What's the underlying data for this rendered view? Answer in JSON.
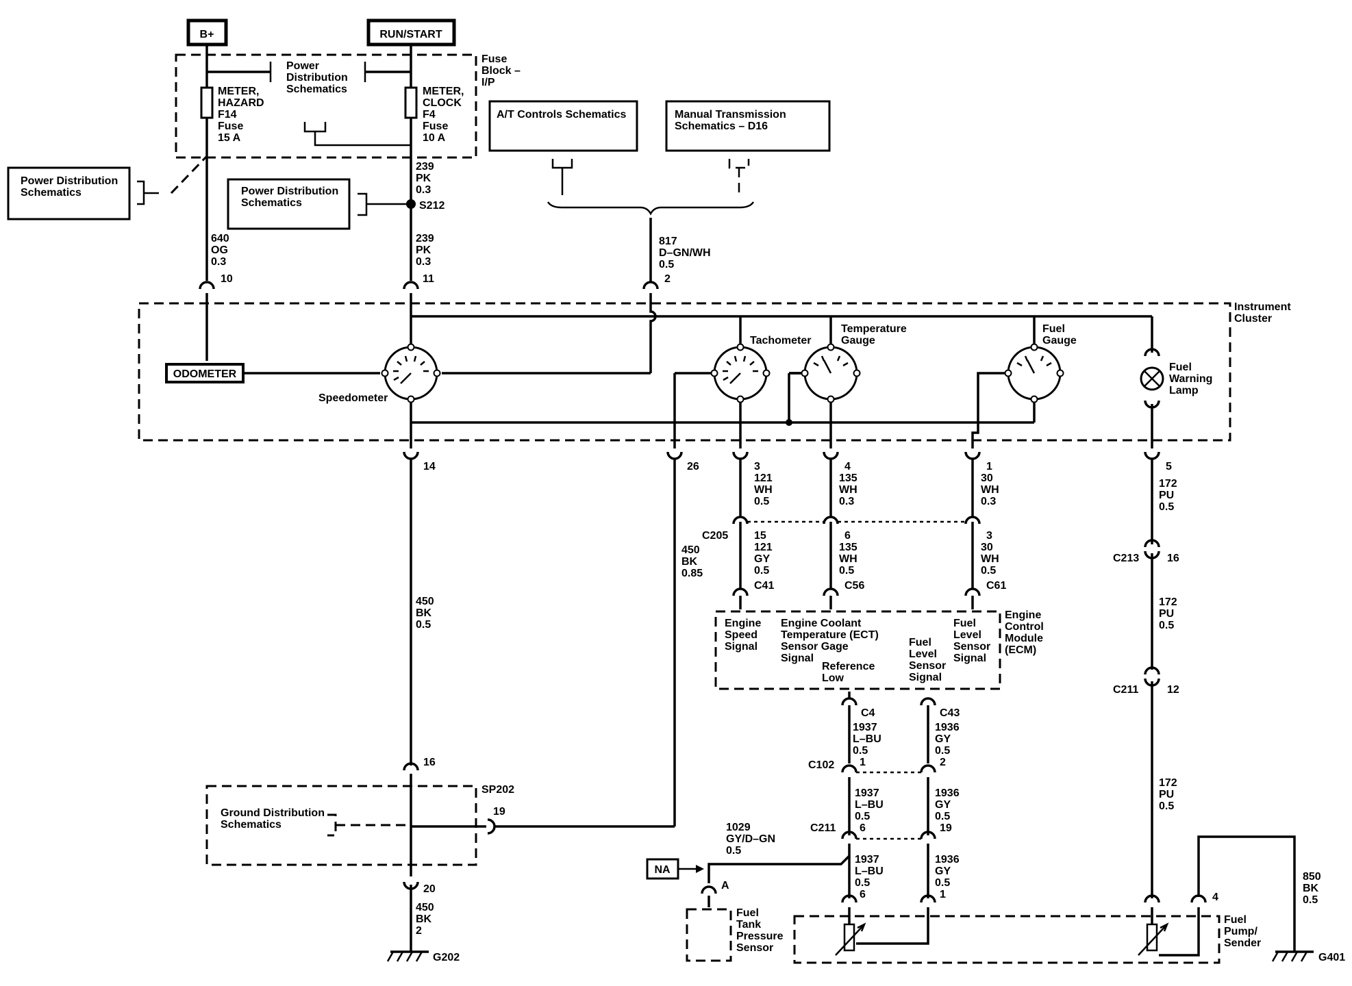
{
  "sources": {
    "bplus": "B+",
    "runstart": "RUN/START"
  },
  "fuse_block": {
    "label": [
      "Fuse",
      "Block –",
      "I/P"
    ],
    "pd": [
      "Power",
      "Distribution",
      "Schematics"
    ],
    "f14": [
      "METER,",
      "HAZARD",
      "F14",
      "Fuse",
      "15 A"
    ],
    "f4": [
      "METER,",
      "CLOCK",
      "F4",
      "Fuse",
      "10 A"
    ]
  },
  "pd_left": [
    "Power Distribution",
    "Schematics"
  ],
  "pd_mid": [
    "Power Distribution",
    "Schematics"
  ],
  "at_box": "A/T Controls Schematics",
  "mt_box": [
    "Manual Transmission",
    "Schematics – D16"
  ],
  "s212": "S212",
  "wire239a": [
    "239",
    "PK",
    "0.3"
  ],
  "wire239b": [
    "239",
    "PK",
    "0.3"
  ],
  "wire640": [
    "640",
    "OG",
    "0.3"
  ],
  "wire817": [
    "817",
    "D–GN/WH",
    "0.5"
  ],
  "pins_top": {
    "p10": "10",
    "p11": "11",
    "p2": "2"
  },
  "cluster": {
    "label": [
      "Instrument",
      "Cluster"
    ],
    "odometer": "ODOMETER",
    "speedometer": "Speedometer",
    "tachometer": "Tachometer",
    "temp": [
      "Temperature",
      "Gauge"
    ],
    "fuel": [
      "Fuel",
      "Gauge"
    ],
    "lamp": [
      "Fuel",
      "Warning",
      "Lamp"
    ]
  },
  "pins_bottom": {
    "p14": "14",
    "p26": "26",
    "p3": "3",
    "p4": "4",
    "p1": "1",
    "p5": "5"
  },
  "w121wh": [
    "121",
    "WH",
    "0.5"
  ],
  "w135wh": [
    "135",
    "WH",
    "0.3"
  ],
  "w30wh": [
    "30",
    "WH",
    "0.3"
  ],
  "w172a": [
    "172",
    "PU",
    "0.5"
  ],
  "c205": "C205",
  "c205pins": {
    "a": "15",
    "b": "6",
    "c": "3"
  },
  "w121gy": [
    "121",
    "GY",
    "0.5"
  ],
  "w135wh2": [
    "135",
    "WH",
    "0.5"
  ],
  "w30wh2": [
    "30",
    "WH",
    "0.5"
  ],
  "w450bk85": [
    "450",
    "BK",
    "0.85"
  ],
  "w450bk5": [
    "450",
    "BK",
    "0.5"
  ],
  "c213": "C213",
  "c213pin": "16",
  "w172b": [
    "172",
    "PU",
    "0.5"
  ],
  "c211r": "C211",
  "c211rpin": "12",
  "w172c": [
    "172",
    "PU",
    "0.5"
  ],
  "ecm": {
    "conn": {
      "c41": "C41",
      "c56": "C56",
      "c61": "C61"
    },
    "label": [
      "Engine",
      "Control",
      "Module",
      "(ECM)"
    ],
    "ess": [
      "Engine",
      "Speed",
      "Signal"
    ],
    "ect": [
      "Engine Coolant",
      "Temperature (ECT)",
      "Sensor Gage",
      "Signal"
    ],
    "ref": [
      "Reference",
      "Low"
    ],
    "fls1": [
      "Fuel",
      "Level",
      "Sensor",
      "Signal"
    ],
    "fls2": [
      "Fuel",
      "Level",
      "Sensor",
      "Signal"
    ],
    "c4": "C4",
    "c43": "C43"
  },
  "w1937a": [
    "1937",
    "L–BU",
    "0.5",
    "1"
  ],
  "w1936a": [
    "1936",
    "GY",
    "0.5",
    "2"
  ],
  "c102": "C102",
  "w1937b": [
    "1937",
    "L–BU",
    "0.5",
    "6"
  ],
  "w1936b": [
    "1936",
    "GY",
    "0.5",
    "19"
  ],
  "c211": "C211",
  "w1029": [
    "1029",
    "GY/D–GN",
    "0.5"
  ],
  "na": "NA",
  "pinA": "A",
  "w1937c": [
    "1937",
    "L–BU",
    "0.5",
    "6"
  ],
  "w1936c": [
    "1936",
    "GY",
    "0.5",
    "1"
  ],
  "ftps": [
    "Fuel",
    "Tank",
    "Pressure",
    "Sensor"
  ],
  "pump": [
    "Fuel",
    "Pump/",
    "Sender"
  ],
  "pin4": "4",
  "w850": [
    "850",
    "BK",
    "0.5"
  ],
  "g401": "G401",
  "p16": "16",
  "sp202": "SP202",
  "gd": [
    "Ground Distribution",
    "Schematics"
  ],
  "p19": "19",
  "p20": "20",
  "w450bk2": [
    "450",
    "BK",
    "2"
  ],
  "g202": "G202"
}
